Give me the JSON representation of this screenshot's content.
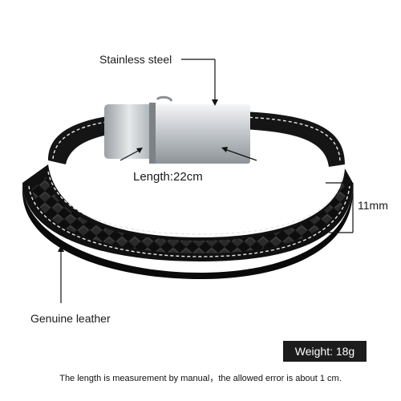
{
  "labels": {
    "material_clasp": "Stainless steel",
    "length": "Length:22cm",
    "width": "11mm",
    "material_band": "Genuine leather"
  },
  "weight": {
    "text": "Weight: 18g"
  },
  "footnote": {
    "text": "The length is measurement by manual，the allowed error is about 1 cm."
  },
  "colors": {
    "leather": "#111111",
    "stitching": "#e8e8e8",
    "clasp": "#c9cdd1",
    "weight_badge": "#1c1c1c"
  }
}
